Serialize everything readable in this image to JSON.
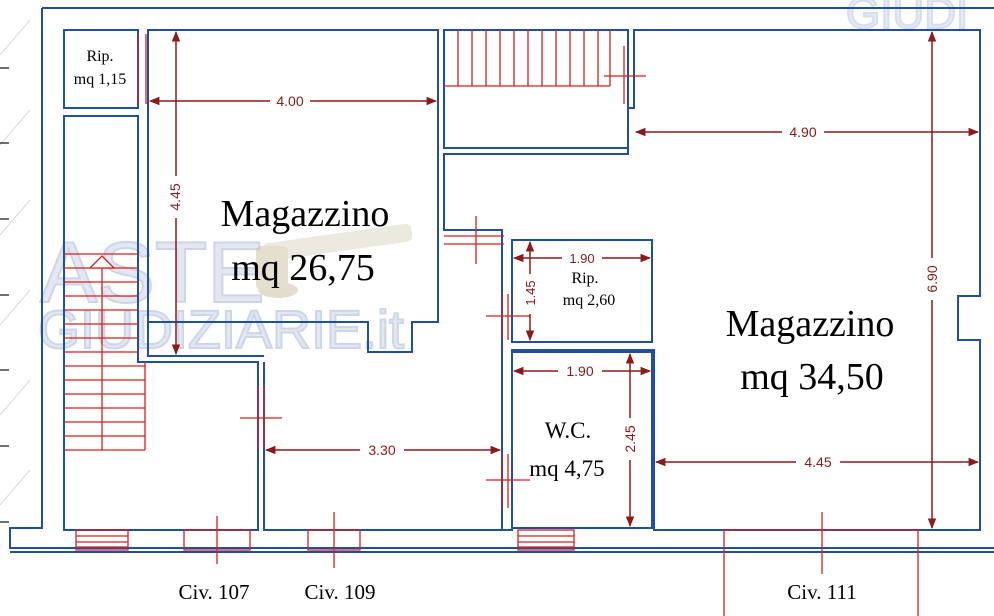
{
  "watermark": {
    "line1": "ASTE",
    "line2": "GIUDIZIARIE.it",
    "corner": "GIUDI"
  },
  "rooms": {
    "rip_small": {
      "name": "Rip.",
      "area": "mq 1,15"
    },
    "magazzino_1": {
      "name": "Magazzino",
      "area": "mq 26,75"
    },
    "rip_2": {
      "name": "Rip.",
      "area": "mq 2,60"
    },
    "wc": {
      "name": "W.C.",
      "area": "mq 4,75"
    },
    "magazzino_2": {
      "name": "Magazzino",
      "area": "mq 34,50"
    }
  },
  "dimensions": {
    "d_400": "4.00",
    "d_445_left": "4.45",
    "d_490": "4.90",
    "d_690": "6.90",
    "d_190_top": "1.90",
    "d_145": "1.45",
    "d_190_wc": "1.90",
    "d_245": "2.45",
    "d_330": "3.30",
    "d_445_right": "4.45"
  },
  "addresses": {
    "civ_107": "Civ. 107",
    "civ_109": "Civ. 109",
    "civ_111": "Civ. 111"
  },
  "colors": {
    "wall": "#1f4f9e",
    "dimension": "#8b1a1a",
    "stair": "#d42020",
    "watermark": "#c9d2e6"
  }
}
